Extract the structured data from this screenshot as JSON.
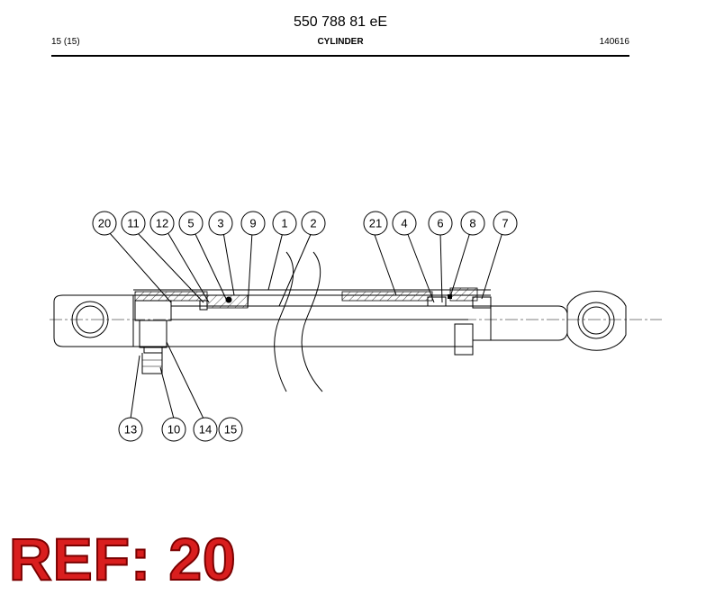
{
  "header": {
    "doc_number": "550 788 81 eE",
    "page": "15 (15)",
    "section": "CYLINDER",
    "date_code": "140616"
  },
  "callouts_top": [
    "20",
    "11",
    "12",
    "5",
    "3",
    "9",
    "1",
    "2",
    "21",
    "4",
    "6",
    "8",
    "7"
  ],
  "callouts_bottom": [
    "13",
    "10",
    "14",
    "15"
  ],
  "ref_label": "REF: 20",
  "colors": {
    "ref": "#d91e1e",
    "line": "#000000"
  }
}
